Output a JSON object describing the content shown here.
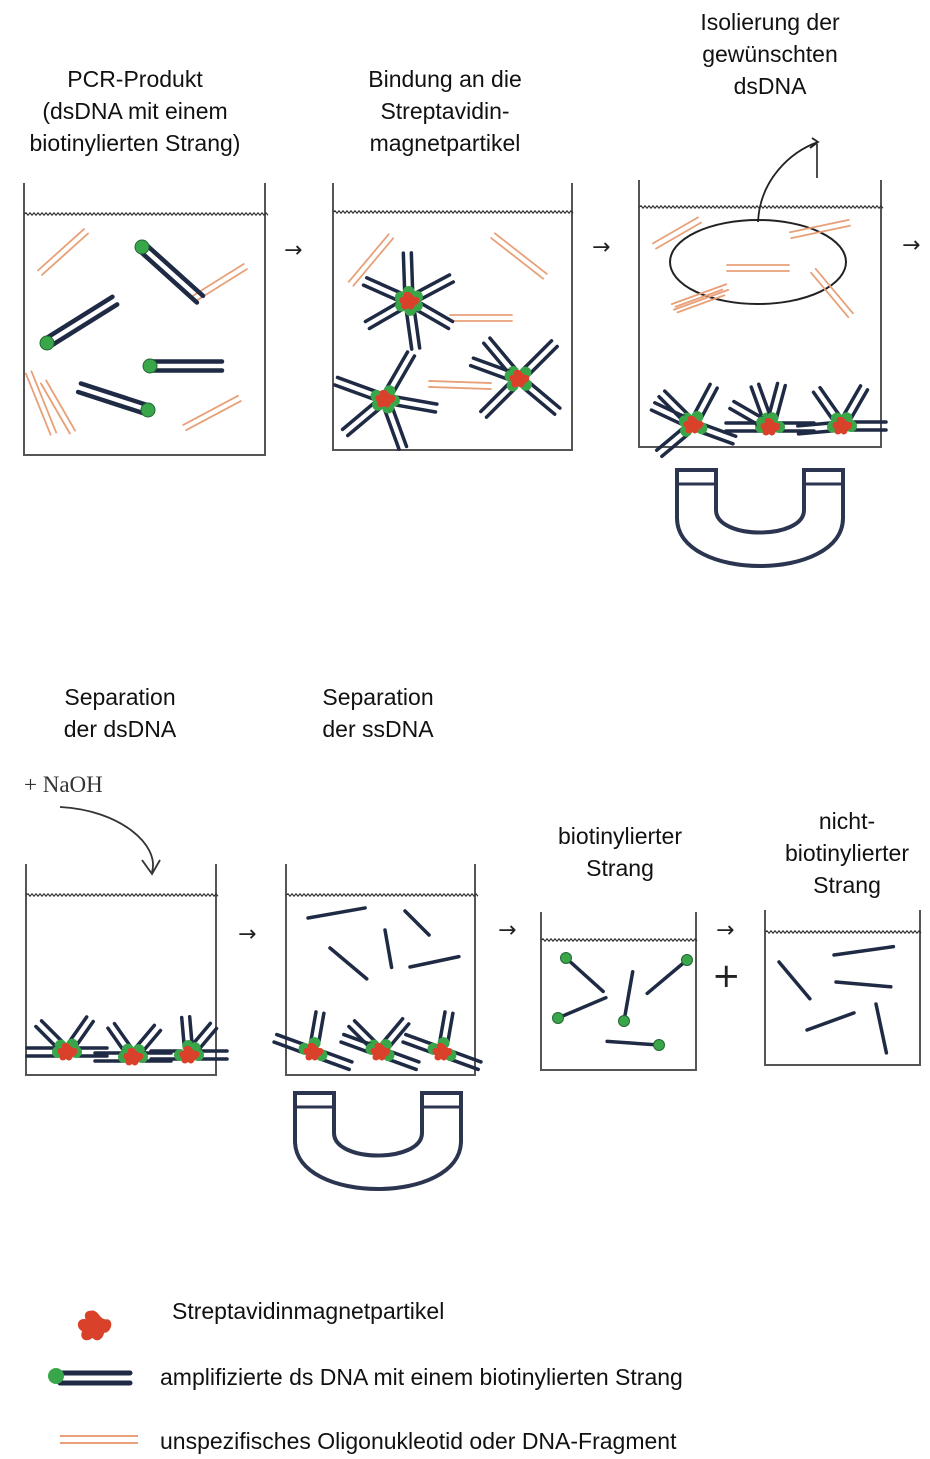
{
  "steps": {
    "s1": "PCR-Produkt\n(dsDNA mit einem\nbiotinylierten Strang)",
    "s2": "Bindung an die\nStreptavidin-\nmagnetpartikel",
    "s3": "Isolierung der\ngewünschten\ndsDNA",
    "s4": "Separation\nder dsDNA",
    "s5": "Separation\nder ssDNA",
    "s6": "biotinylierter\nStrang",
    "s7": "nicht-\nbiotinylierter\nStrang"
  },
  "reagent": "+ NaOH",
  "symbols": {
    "arrow": "→",
    "plus": "+"
  },
  "legend": {
    "particle": "Streptavidinmagnetpartikel",
    "dsdna": "amplifizierte ds DNA mit einem biotinylierten Strang",
    "oligo": "unspezifisches Oligonukleotid oder DNA-Fragment"
  },
  "colors": {
    "dna": "#1f2a44",
    "biotin": "#3aa64a",
    "particle": "#d9412b",
    "oligo": "#e8a078",
    "beaker": "#555555"
  }
}
